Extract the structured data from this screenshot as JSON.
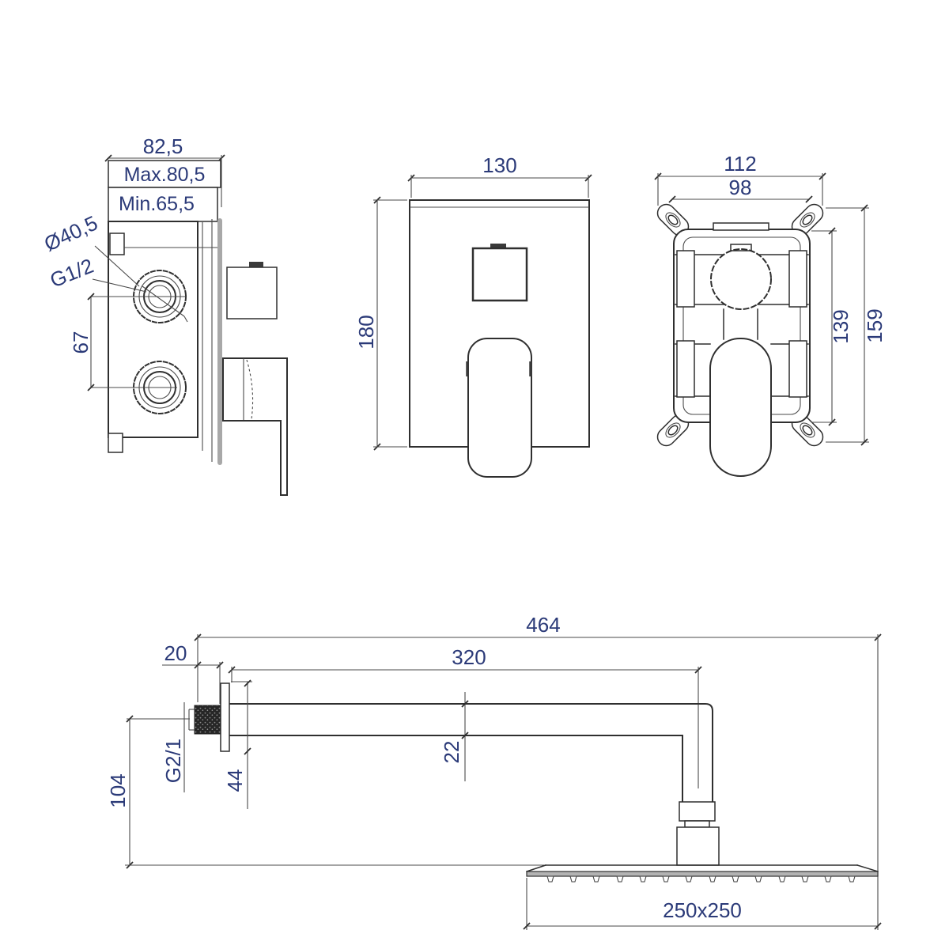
{
  "drawing": {
    "kind": "technical installation drawing — concealed shower mixer with shower arm and head",
    "colors": {
      "background": "#ffffff",
      "line": "#2f2f2f",
      "dimension_text": "#2b3a78",
      "plate_grey": "#a8a8a8",
      "head_face_grey": "#b3b3b3"
    },
    "views": {
      "side_view": {
        "labels": {
          "overall_depth": "82,5",
          "max_depth": "Max.80,5",
          "min_depth": "Min.65,5",
          "port_diameter": "Ø40,5",
          "thread": "G1/2",
          "port_spacing": "67"
        }
      },
      "front_view": {
        "labels": {
          "plate_width": "130",
          "plate_height": "180"
        }
      },
      "rough_in_view": {
        "labels": {
          "outer_width": "112",
          "body_width": "98",
          "body_height": "139",
          "overall_height": "159"
        }
      },
      "shower_arm_view": {
        "labels": {
          "overall_length": "464",
          "arm_length": "320",
          "wall_thread_length": "20",
          "thread": "G2/1",
          "escutcheon_size": "44",
          "drop_height": "104",
          "arm_thickness": "22",
          "head_size": "250x250"
        }
      }
    }
  }
}
